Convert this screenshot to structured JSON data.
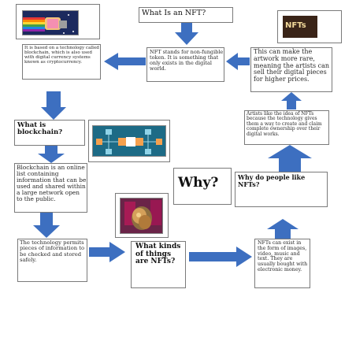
{
  "title": "What Is an NFT?",
  "nft_definition": "NFT stands for non-fungible token. It is something that only exists in the digital world.",
  "blockchain_intro": "It is based on a technology called blockchain, which is also used with digital currency systems known as cryptocurrency.",
  "rarity": "This can make the artwork more rare, meaning the artists can sell their digital pieces for higher prices.",
  "artists_like": "Artists like the idea of NFTs because the technology gives them a way to create and claim complete ownership over their digital works.",
  "what_is_blockchain": "What is blockchain?",
  "blockchain_definition": "Blockchain is an online list containing information that can be used and shared within a large network open to the public.",
  "why_people_like": "Why do people like NFTs?",
  "why_image_text": "Why?",
  "nfts_logo": "NFTs",
  "technology_safety": "The technology permits pieces of information to be checked and stored safely.",
  "kinds_of_things": "What kinds of things are NFTs?",
  "forms": "NFTs can exist in the form of images, video, music and text. They are usually bought with electronic money.",
  "colors": {
    "arrow": "#3d6fc0",
    "border": "#7a7a7a"
  },
  "icons": [
    "nyan-cat-image",
    "nfts-logo-image",
    "blockchain-diagram-image",
    "why-image",
    "crypto-art-image"
  ]
}
